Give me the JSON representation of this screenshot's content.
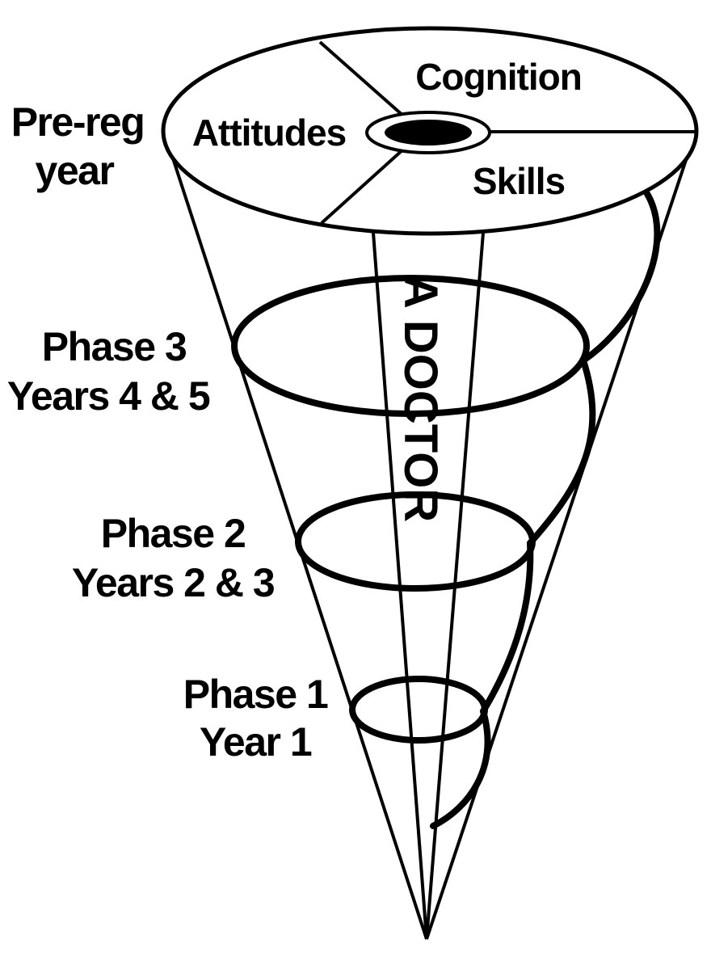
{
  "disk_segments": {
    "cognition": "Cognition",
    "attitudes": "Attitudes",
    "skills": "Skills"
  },
  "axis_label": "A DOCTOR",
  "stages": {
    "prereg": {
      "line1": "Pre-reg",
      "line2": "year"
    },
    "phase3": {
      "line1": "Phase 3",
      "line2": "Years 4 & 5"
    },
    "phase2": {
      "line1": "Phase 2",
      "line2": "Years 2 & 3"
    },
    "phase1": {
      "line1": "Phase 1",
      "line2": "Year 1"
    }
  },
  "colors": {
    "ink": "#000000",
    "background": "#ffffff"
  }
}
